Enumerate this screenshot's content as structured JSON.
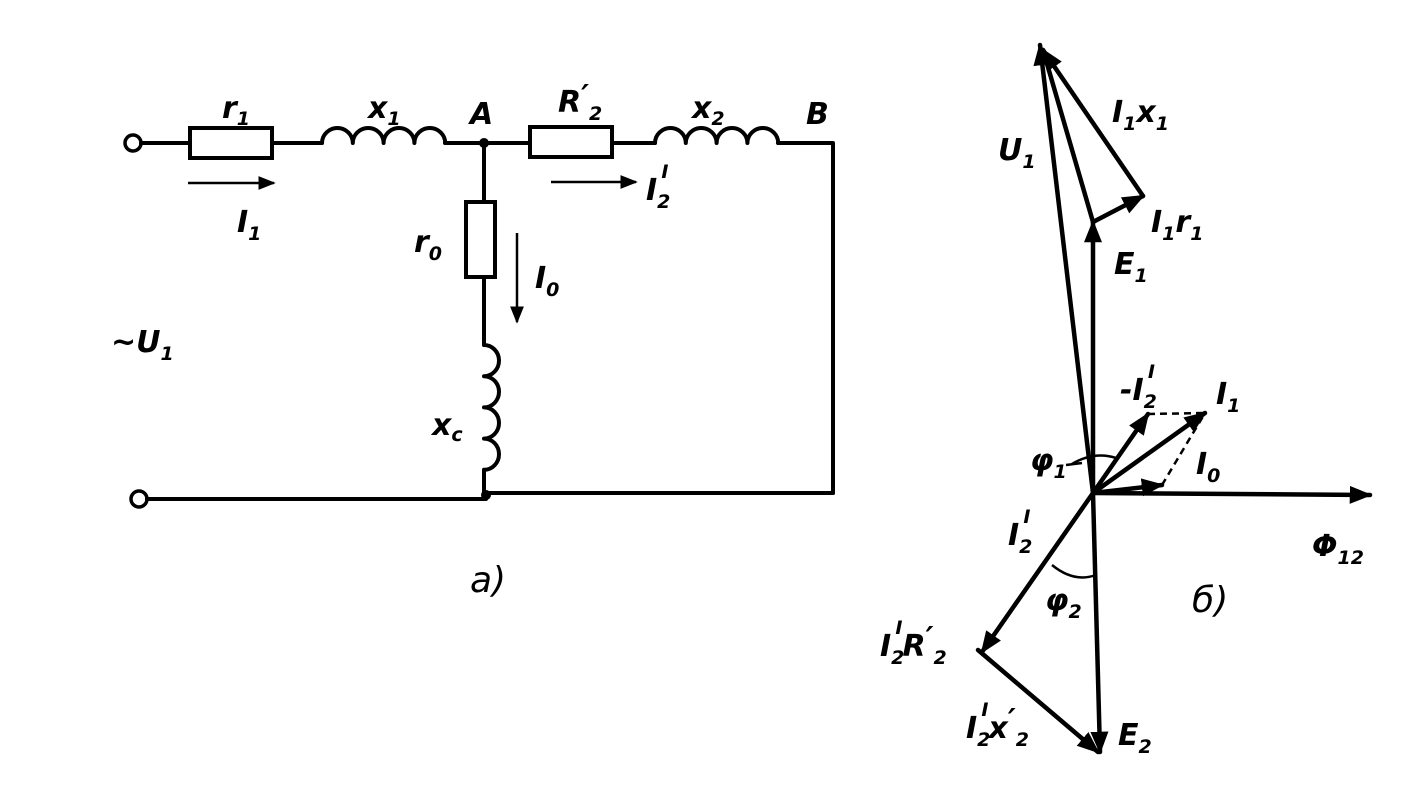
{
  "circuit": {
    "caption": "а)",
    "r1": {
      "main": "r",
      "sub": "1"
    },
    "x1": {
      "main": "x",
      "sub": "1"
    },
    "node_a": "A",
    "node_b": "B",
    "r2p": {
      "main": "R",
      "prime": "′",
      "sub": "2"
    },
    "x2": {
      "main": "x",
      "sub": "2"
    },
    "i1": {
      "main": "I",
      "sub": "1"
    },
    "i2p": {
      "main": "I",
      "sub": "2",
      "sup": "I"
    },
    "r0": {
      "main": "r",
      "sub": "0"
    },
    "i0": {
      "main": "I",
      "sub": "0"
    },
    "xc": {
      "main": "x",
      "sub": "c"
    },
    "u1": {
      "prefix": "~",
      "main": "U",
      "sub": "1"
    }
  },
  "phasor": {
    "caption": "б)",
    "u1": {
      "main": "U",
      "sub": "1"
    },
    "i1x1": {
      "a": "I",
      "a_sub": "1",
      "b": "x",
      "b_sub": "1"
    },
    "i1r1": {
      "a": "I",
      "a_sub": "1",
      "b": "r",
      "b_sub": "1"
    },
    "e1": {
      "main": "E",
      "sub": "1"
    },
    "neg_i2p": {
      "prefix": "-",
      "main": "I",
      "sub": "2",
      "sup": "I"
    },
    "i1": {
      "main": "I",
      "sub": "1"
    },
    "phi1": {
      "main": "φ",
      "sub": "1"
    },
    "i0": {
      "main": "I",
      "sub": "0"
    },
    "flux": {
      "main": "Φ",
      "sub": "12"
    },
    "i2p": {
      "main": "I",
      "sub": "2",
      "sup": "I"
    },
    "phi2": {
      "main": "φ",
      "sub": "2"
    },
    "i2r2": {
      "a": "I",
      "a_sub": "2",
      "a_sup": "I",
      "b": "R",
      "b_sub": "2",
      "b_prime": "′"
    },
    "i2x2": {
      "a": "I",
      "a_sub": "2",
      "a_sup": "I",
      "b": "x",
      "b_sub": "2",
      "b_prime": "′"
    },
    "e2": {
      "main": "E",
      "sub": "2"
    }
  }
}
